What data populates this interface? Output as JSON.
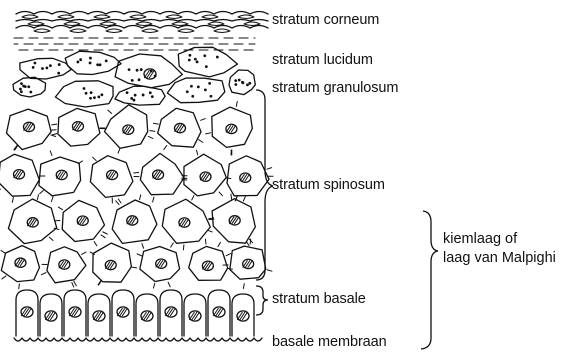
{
  "diagram": {
    "labels": {
      "corneum": "stratum corneum",
      "lucidum": "stratum lucidum",
      "granulosum": "stratum granulosum",
      "spinosum": "stratum spinosum",
      "basale": "stratum basale",
      "membraan": "basale membraan",
      "kiemlaag_line1": "kiemlaag of",
      "kiemlaag_line2": "laag van Malpighi"
    },
    "colors": {
      "ink": "#111111",
      "paper": "#ffffff"
    }
  }
}
